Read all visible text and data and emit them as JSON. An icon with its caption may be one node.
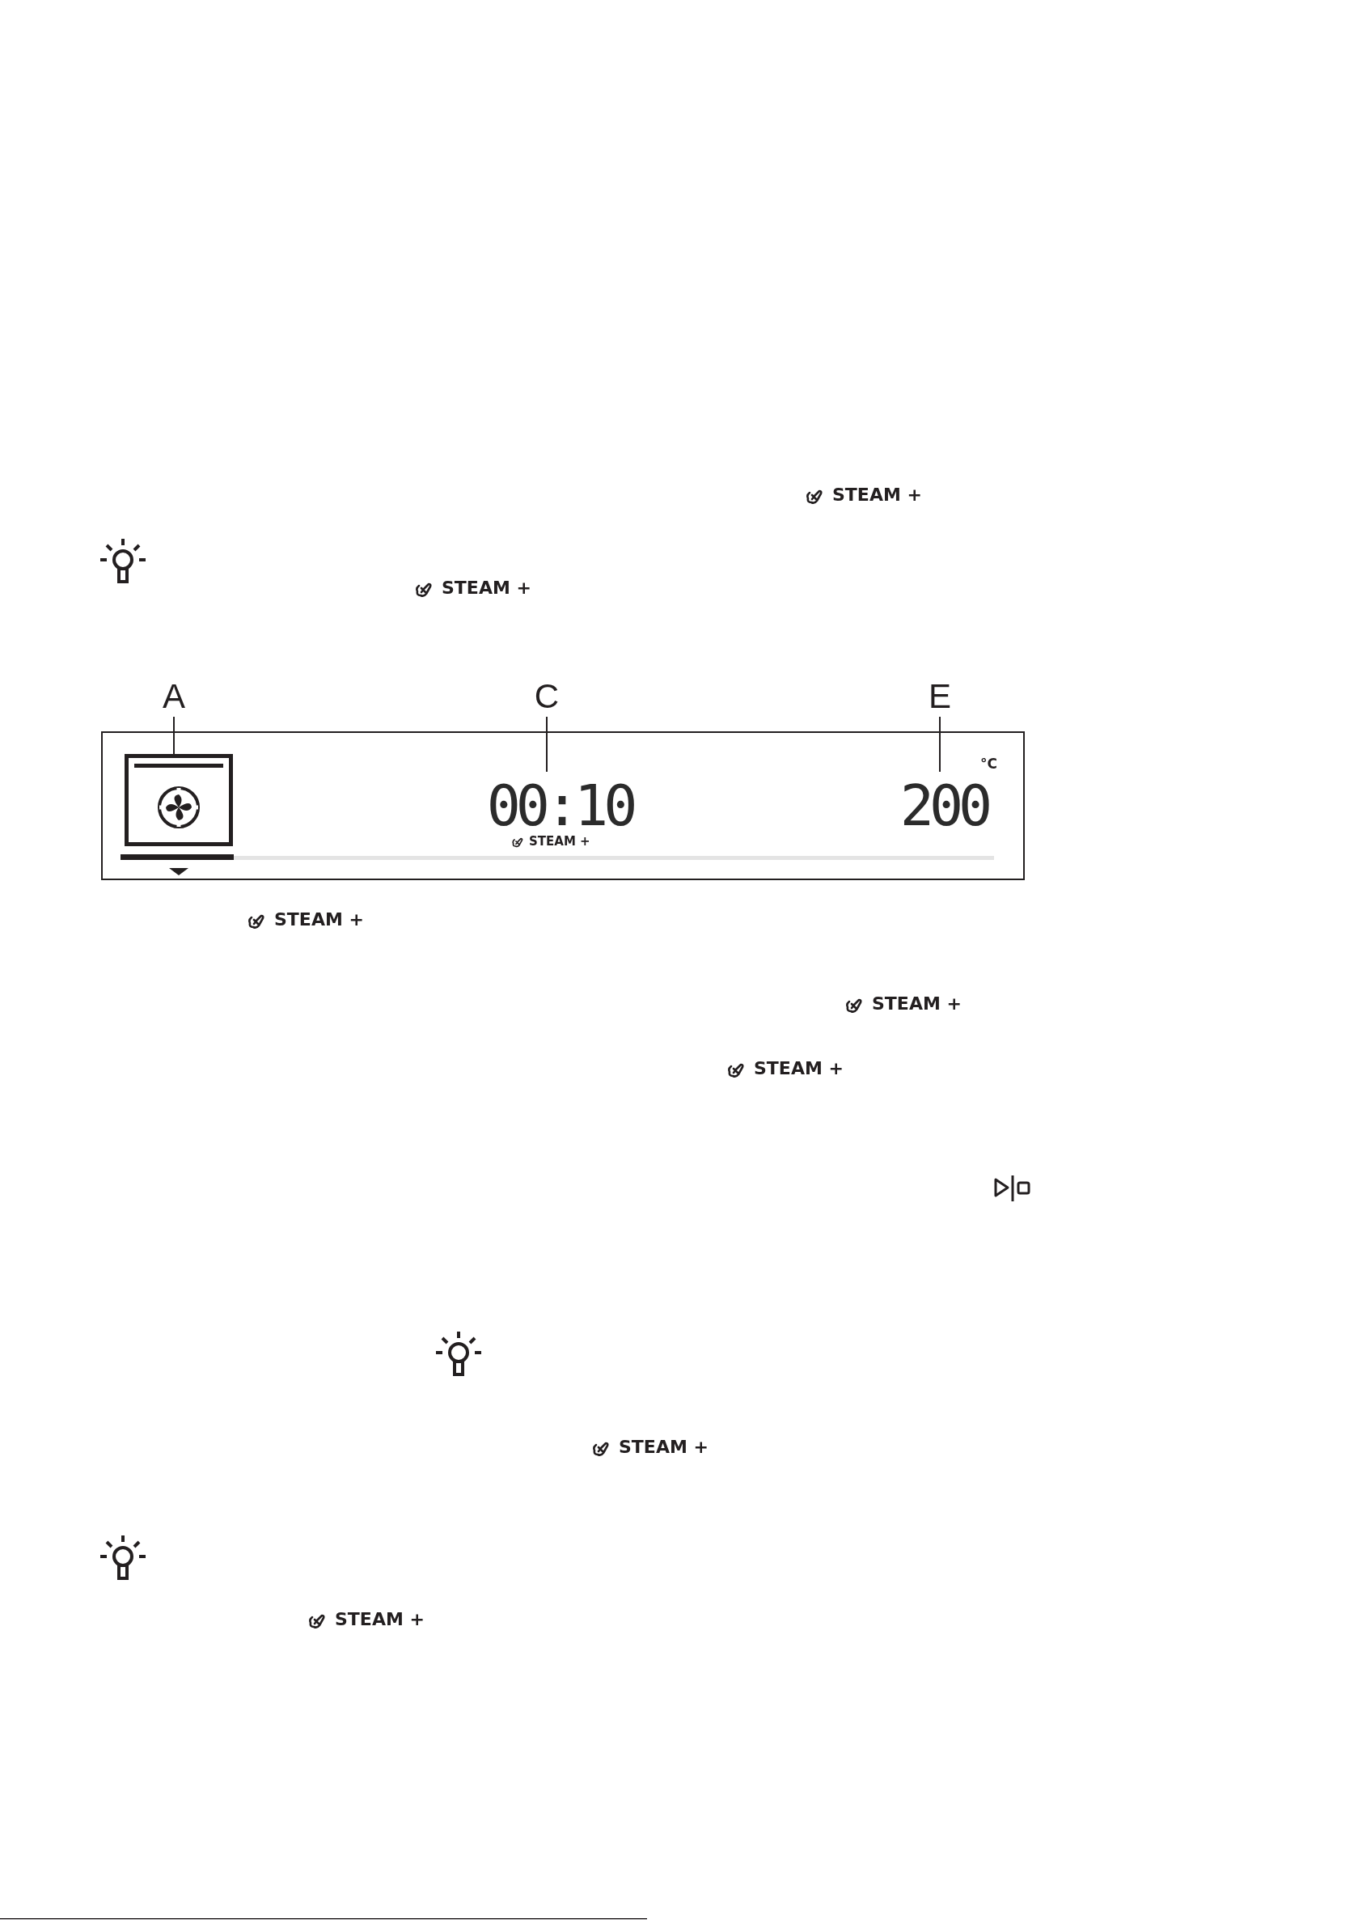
{
  "diagram": {
    "nodes": [
      {
        "text": [],
        "shape": "box"
      },
      {
        "text": [
          "A"
        ]
      },
      {
        "text": [
          "C"
        ]
      },
      {
        "text": [
          "E"
        ]
      },
      {
        "text": [],
        "shape": "box",
        "in": 0
      },
      {
        "text": [
          "00:10",
          "STEAM +"
        ],
        "in": 0
      },
      {
        "text": [
          "°C",
          "200"
        ],
        "in": 0
      }
    ],
    "edges": [
      {
        "from": 1,
        "to": 4,
        "arrow": "none"
      },
      {
        "from": 2,
        "to": 5,
        "arrow": "none"
      },
      {
        "from": 3,
        "to": 6,
        "arrow": "none"
      }
    ],
    "labels": [
      "STEAM +",
      "STEAM +",
      "STEAM +",
      "STEAM +",
      "STEAM +",
      "STEAM +",
      "STEAM +"
    ]
  }
}
